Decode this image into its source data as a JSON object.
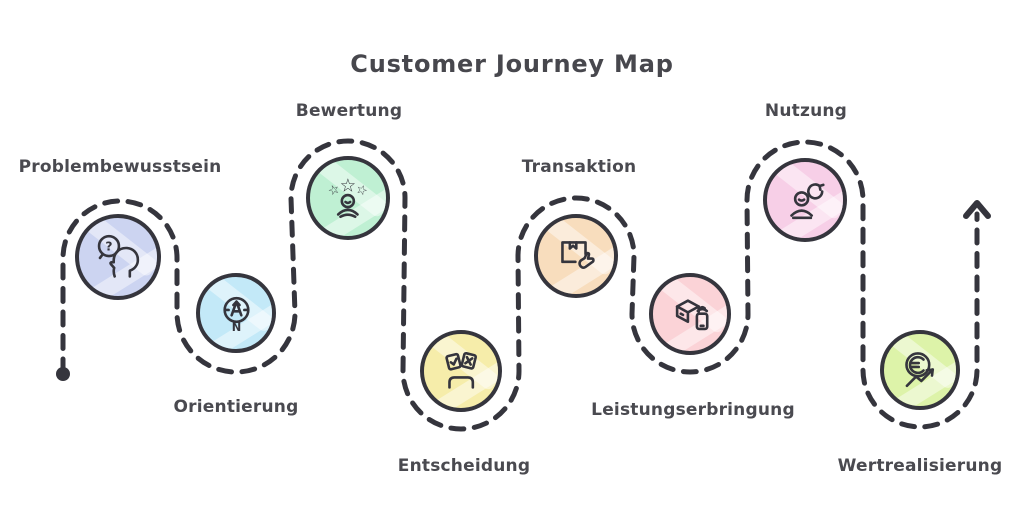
{
  "title": "Customer Journey Map",
  "theme": {
    "ink": "#35353d",
    "label_color": "#4a4a50",
    "background": "#ffffff"
  },
  "journey_path": {
    "style": "dashed",
    "start_marker": "start-dot",
    "end_marker": "up-arrow"
  },
  "stages": [
    {
      "label": "Problembewusstsein",
      "icon": "head-question-search-icon",
      "color": "#ccd4f1",
      "label_position": "top"
    },
    {
      "label": "Orientierung",
      "icon": "compass-icon",
      "color": "#c3e9f8",
      "label_position": "bottom"
    },
    {
      "label": "Bewertung",
      "icon": "stars-rating-person-icon",
      "color": "#bff0d3",
      "label_position": "top"
    },
    {
      "label": "Entscheidung",
      "icon": "decision-cards-icon",
      "color": "#f6edaa",
      "label_position": "bottom"
    },
    {
      "label": "Transaktion",
      "icon": "package-hand-icon",
      "color": "#f8ddbd",
      "label_position": "top"
    },
    {
      "label": "Leistungserbringung",
      "icon": "box-smartphone-icon",
      "color": "#fbd3d7",
      "label_position": "bottom"
    },
    {
      "label": "Nutzung",
      "icon": "person-refresh-icon",
      "color": "#f7cfe7",
      "label_position": "top"
    },
    {
      "label": "Wertrealisierung",
      "icon": "euro-growth-icon",
      "color": "#ddf3a9",
      "label_position": "bottom"
    }
  ]
}
